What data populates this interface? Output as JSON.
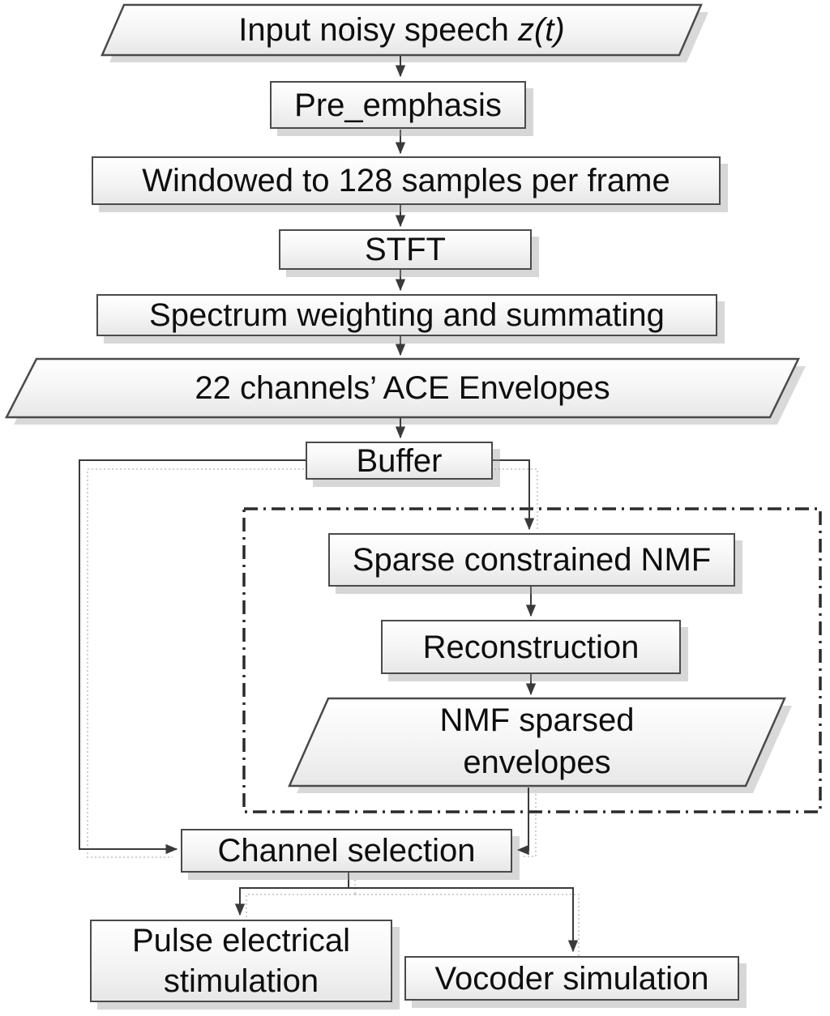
{
  "diagram_type": "flowchart",
  "nodes": {
    "input": {
      "label": "Input noisy speech ",
      "variable": "z(t)",
      "shape": "parallelogram"
    },
    "preemphasis": {
      "label": "Pre_emphasis",
      "shape": "rectangle"
    },
    "windowed": {
      "label": "Windowed to 128 samples per frame",
      "shape": "rectangle"
    },
    "stft": {
      "label": "STFT",
      "shape": "rectangle"
    },
    "spectrum": {
      "label": "Spectrum weighting and summating",
      "shape": "rectangle"
    },
    "ace": {
      "label": "22 channels’ ACE Envelopes",
      "shape": "parallelogram"
    },
    "buffer": {
      "label": "Buffer",
      "shape": "rectangle"
    },
    "sparse_nmf": {
      "label": "Sparse constrained NMF",
      "shape": "rectangle"
    },
    "reconstruction": {
      "label": "Reconstruction",
      "shape": "rectangle"
    },
    "nmf_envelopes": {
      "line1": "NMF sparsed",
      "line2": "envelopes",
      "shape": "parallelogram"
    },
    "channel_selection": {
      "label": "Channel selection",
      "shape": "rectangle"
    },
    "pulse": {
      "line1": "Pulse electrical",
      "line2": "stimulation",
      "shape": "rectangle"
    },
    "vocoder": {
      "label": "Vocoder simulation",
      "shape": "rectangle"
    }
  },
  "edges": [
    "input -> preemphasis",
    "preemphasis -> windowed",
    "windowed -> stft",
    "stft -> spectrum",
    "spectrum -> ace",
    "ace -> buffer",
    "buffer -> sparse_nmf",
    "sparse_nmf -> reconstruction",
    "reconstruction -> nmf_envelopes",
    "nmf_envelopes -> channel_selection",
    "buffer -> channel_selection",
    "channel_selection -> pulse",
    "channel_selection -> vocoder"
  ],
  "groups": {
    "nmf_dashed_box": [
      "sparse_nmf",
      "reconstruction",
      "nmf_envelopes"
    ]
  },
  "colors": {
    "line": "#3a3a3a",
    "border": "#4a4a4a",
    "dashed_border": "#2b2b2b",
    "shadow": "#d2d2d2",
    "echo_line": "#cfcfcf",
    "fill_top": "#ffffff",
    "fill_bottom": "#e7e7e7",
    "text": "#0e0e0e",
    "background": "#ffffff"
  }
}
